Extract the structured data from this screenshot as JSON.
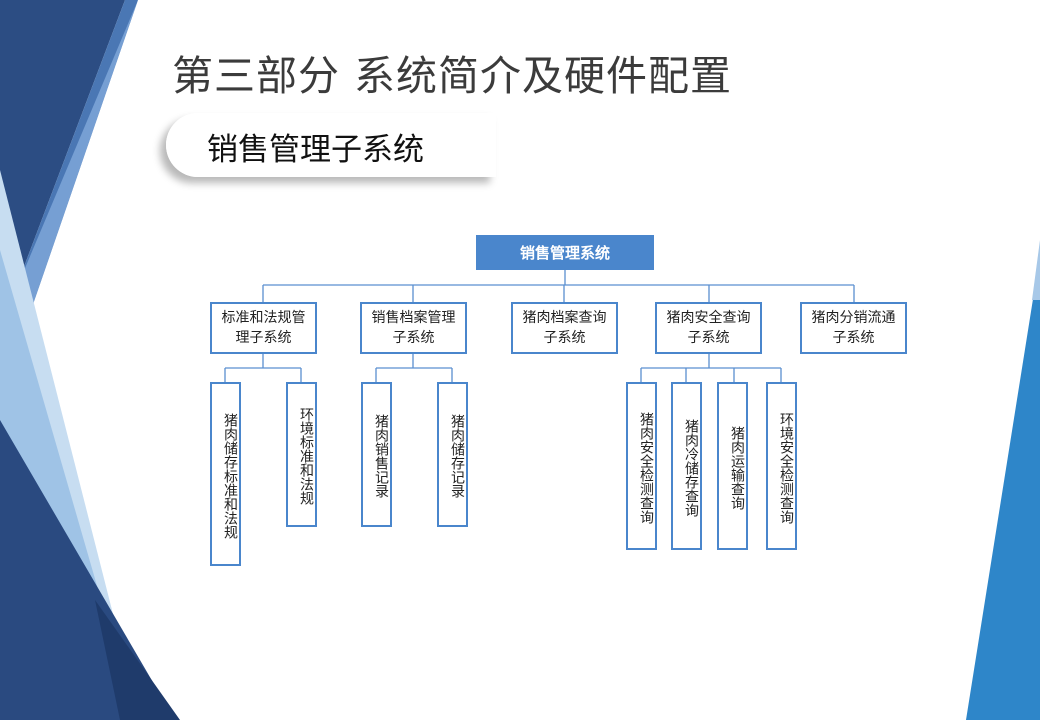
{
  "slide": {
    "title": "第三部分 系统简介及硬件配置",
    "subtitle": "销售管理子系统"
  },
  "org_chart": {
    "root": "销售管理系统",
    "level1": [
      "标准和法规管理子系统",
      "销售档案管理子系统",
      "猪肉档案查询子系统",
      "猪肉安全查询子系统",
      "猪肉分销流通子系统"
    ],
    "level2": [
      "猪肉储存标准和法规",
      "环境标准和法规",
      "猪肉销售记录",
      "猪肉储存记录",
      "猪肉安全检测查询",
      "猪肉冷储存查询",
      "猪肉运输查询",
      "环境安全检测查询"
    ]
  },
  "colors": {
    "accent": "#4a86cc",
    "connector": "#5b8fd0",
    "deco_dark_navy": "#2a4a80",
    "deco_light_blue": "#bcd6ee",
    "deco_mid_blue": "#6f9bd0",
    "deco_bright_blue": "#2e86c9"
  }
}
